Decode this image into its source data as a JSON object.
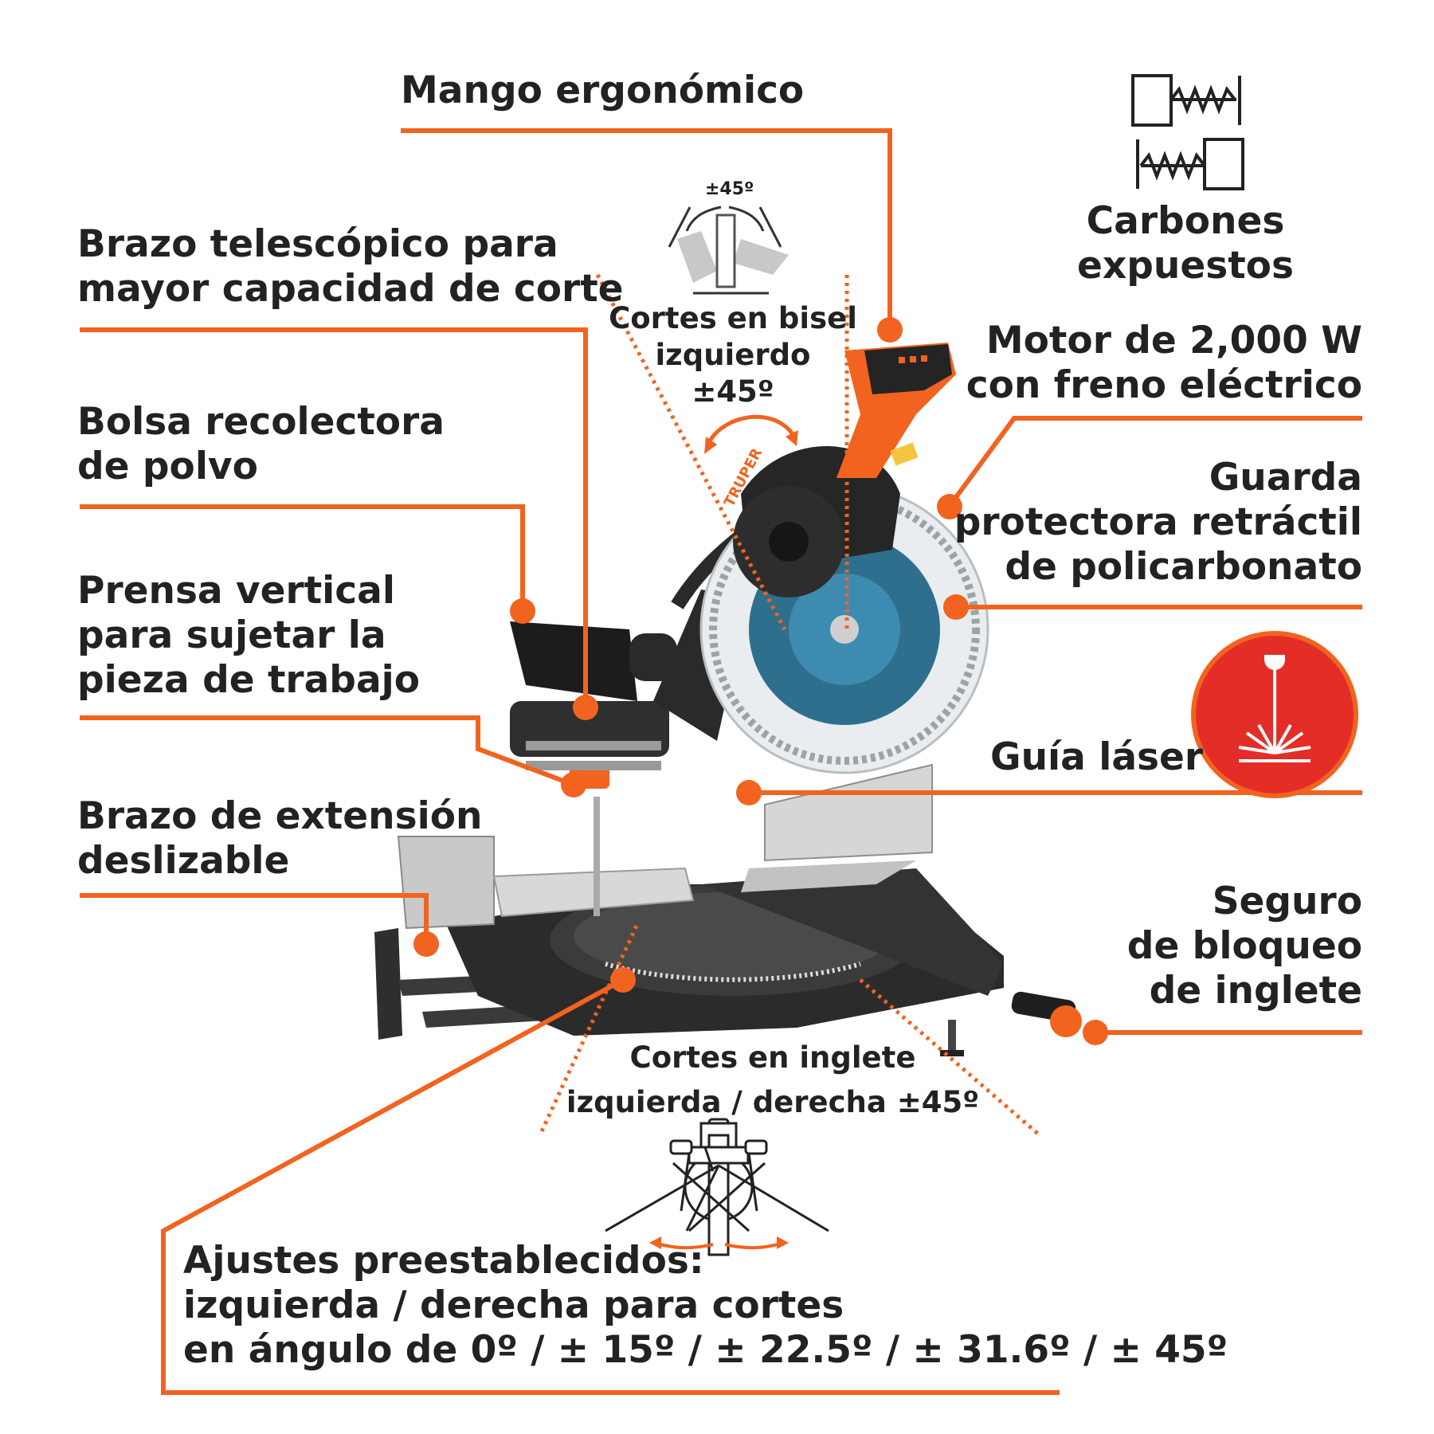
{
  "colors": {
    "accent": "#f2631f",
    "text": "#222222",
    "laser_red": "#e52d27",
    "machine_dark": "#2b2b2b"
  },
  "labels": {
    "mango": [
      "Mango ergonómico"
    ],
    "brazo_telescopico": [
      "Brazo telescópico para",
      "mayor capacidad de corte"
    ],
    "bolsa": [
      "Bolsa recolectora",
      "de polvo"
    ],
    "prensa": [
      "Prensa vertical",
      "para sujetar la",
      "pieza de trabajo"
    ],
    "brazo_extension": [
      "Brazo de extensión",
      "deslizable"
    ],
    "carbones": [
      "Carbones",
      "expuestos"
    ],
    "motor": [
      "Motor de 2,000 W",
      "con freno eléctrico"
    ],
    "guarda": [
      "Guarda",
      "protectora retráctil",
      "de policarbonato"
    ],
    "guia_laser": [
      "Guía láser"
    ],
    "seguro": [
      "Seguro",
      "de bloqueo",
      "de inglete"
    ],
    "bisel": [
      "Cortes en bisel",
      "izquierdo",
      "±45º"
    ],
    "bisel_icon_angle": "±45º",
    "inglete": [
      "Cortes en inglete",
      "izquierda / derecha ±45º"
    ],
    "ajustes": [
      "Ajustes preestablecidos:",
      "izquierda / derecha para cortes",
      "en ángulo de 0º / ± 15º / ± 22.5º / ± 31.6º / ± 45º"
    ]
  },
  "product": {
    "brand": "TRUPER"
  },
  "icons": [
    "carbon-brush-icon",
    "laser-guide-icon",
    "bevel-cut-icon",
    "miter-cut-icon"
  ]
}
